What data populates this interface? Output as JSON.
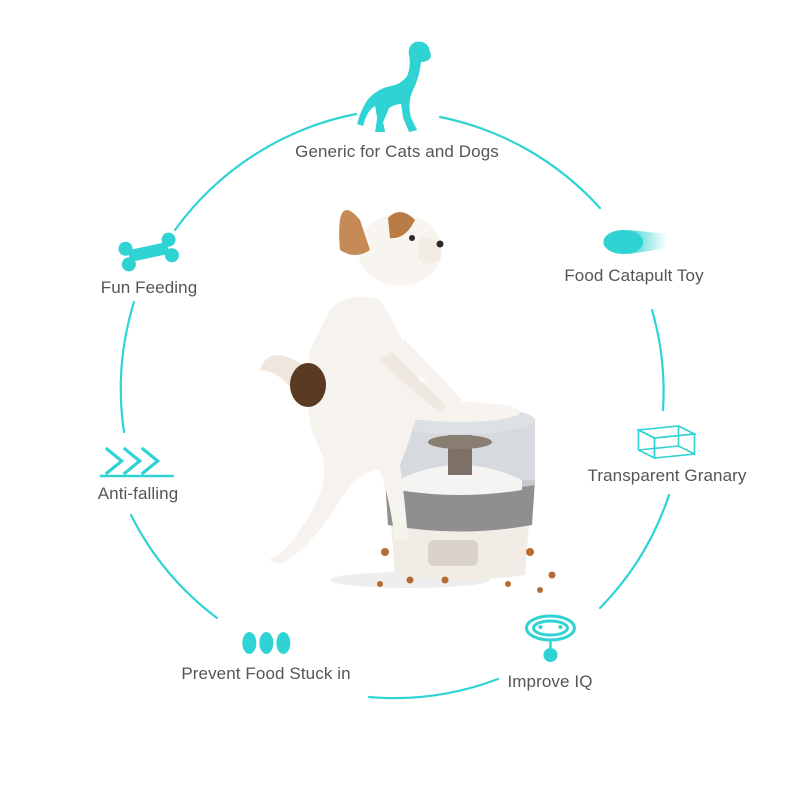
{
  "accent_color": "#2fd3d3",
  "features": {
    "generic": {
      "label": "Generic for Cats and Dogs",
      "icon": "dog-silhouette-icon"
    },
    "fun_feeding": {
      "label": "Fun Feeding",
      "icon": "bone-icon"
    },
    "catapult": {
      "label": "Food Catapult Toy",
      "icon": "flying-disc-icon"
    },
    "transparent": {
      "label": "Transparent Granary",
      "icon": "transparent-cube-icon"
    },
    "anti_falling": {
      "label": "Anti-falling",
      "icon": "chevrons-right-icon"
    },
    "prevent_stuck": {
      "label": "Prevent Food Stuck in",
      "icon": "three-dots-icon"
    },
    "improve_iq": {
      "label": "Improve IQ",
      "icon": "pet-collar-icon"
    }
  }
}
